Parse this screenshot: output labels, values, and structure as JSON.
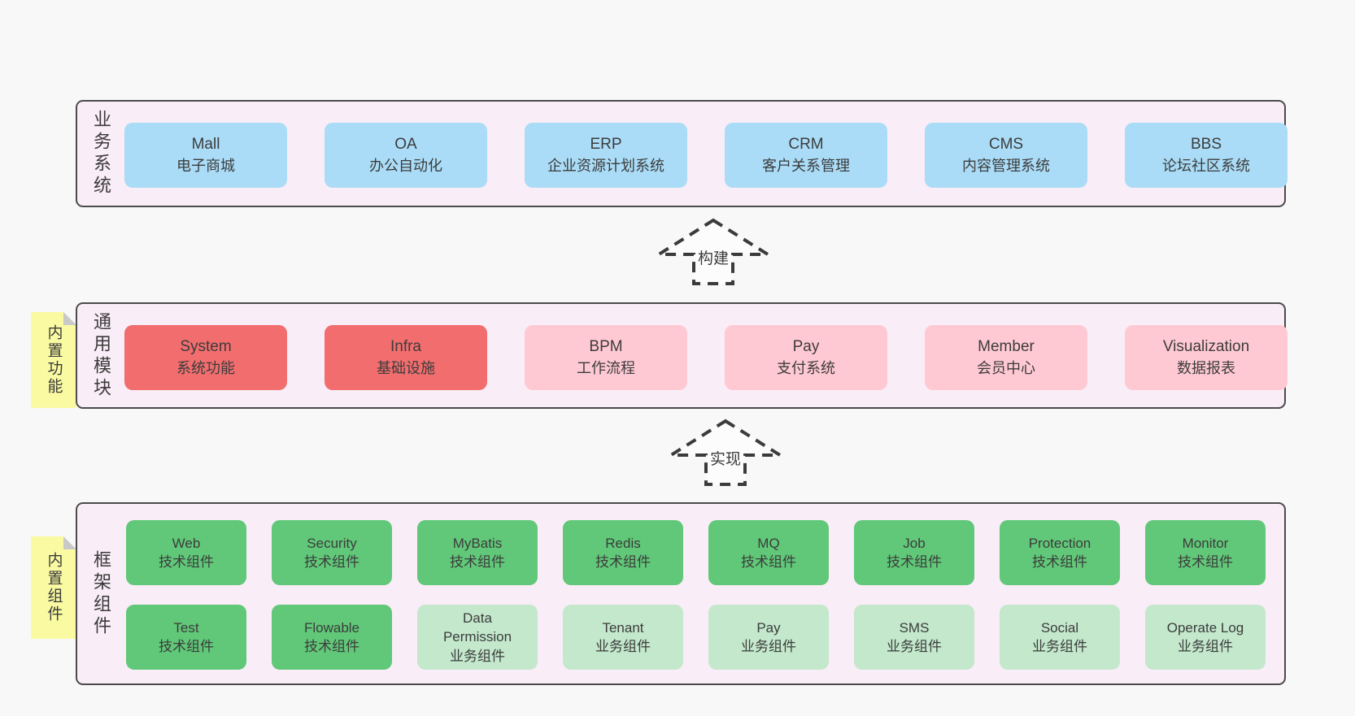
{
  "colors": {
    "page_background": "#f8f8f8",
    "band_background": "#f9edf7",
    "band_border": "#4b4b4b",
    "blue_box": "#aadcf7",
    "red_box": "#f26d6e",
    "pink_box": "#ffc9d3",
    "green_box": "#60c878",
    "light_green_box": "#c3e8cc",
    "sticky_note": "#fafaa2",
    "note_fold": "#c9c9c9",
    "text": "#3c3c3c"
  },
  "arrows": [
    {
      "label": "构建"
    },
    {
      "label": "实现"
    }
  ],
  "sections": [
    {
      "label": "业务系统",
      "boxes": [
        {
          "title": "Mall",
          "subtitle": "电子商城"
        },
        {
          "title": "OA",
          "subtitle": "办公自动化"
        },
        {
          "title": "ERP",
          "subtitle": "企业资源计划系统"
        },
        {
          "title": "CRM",
          "subtitle": "客户关系管理"
        },
        {
          "title": "CMS",
          "subtitle": "内容管理系统"
        },
        {
          "title": "BBS",
          "subtitle": "论坛社区系统"
        }
      ]
    },
    {
      "label": "通用模块",
      "note": "内置功能",
      "boxes": [
        {
          "title": "System",
          "subtitle": "系统功能"
        },
        {
          "title": "Infra",
          "subtitle": "基础设施"
        },
        {
          "title": "BPM",
          "subtitle": "工作流程"
        },
        {
          "title": "Pay",
          "subtitle": "支付系统"
        },
        {
          "title": "Member",
          "subtitle": "会员中心"
        },
        {
          "title": "Visualization",
          "subtitle": "数据报表"
        }
      ]
    },
    {
      "label": "框架组件",
      "note": "内置组件",
      "boxes": [
        {
          "title": "Web",
          "subtitle": "技术组件"
        },
        {
          "title": "Security",
          "subtitle": "技术组件"
        },
        {
          "title": "MyBatis",
          "subtitle": "技术组件"
        },
        {
          "title": "Redis",
          "subtitle": "技术组件"
        },
        {
          "title": "MQ",
          "subtitle": "技术组件"
        },
        {
          "title": "Job",
          "subtitle": "技术组件"
        },
        {
          "title": "Protection",
          "subtitle": "技术组件"
        },
        {
          "title": "Monitor",
          "subtitle": "技术组件"
        },
        {
          "title": "Test",
          "subtitle": "技术组件"
        },
        {
          "title": "Flowable",
          "subtitle": "技术组件"
        },
        {
          "title": "Data Permission",
          "subtitle": "业务组件"
        },
        {
          "title": "Tenant",
          "subtitle": "业务组件"
        },
        {
          "title": "Pay",
          "subtitle": "业务组件"
        },
        {
          "title": "SMS",
          "subtitle": "业务组件"
        },
        {
          "title": "Social",
          "subtitle": "业务组件"
        },
        {
          "title": "Operate Log",
          "subtitle": "业务组件"
        }
      ]
    }
  ]
}
